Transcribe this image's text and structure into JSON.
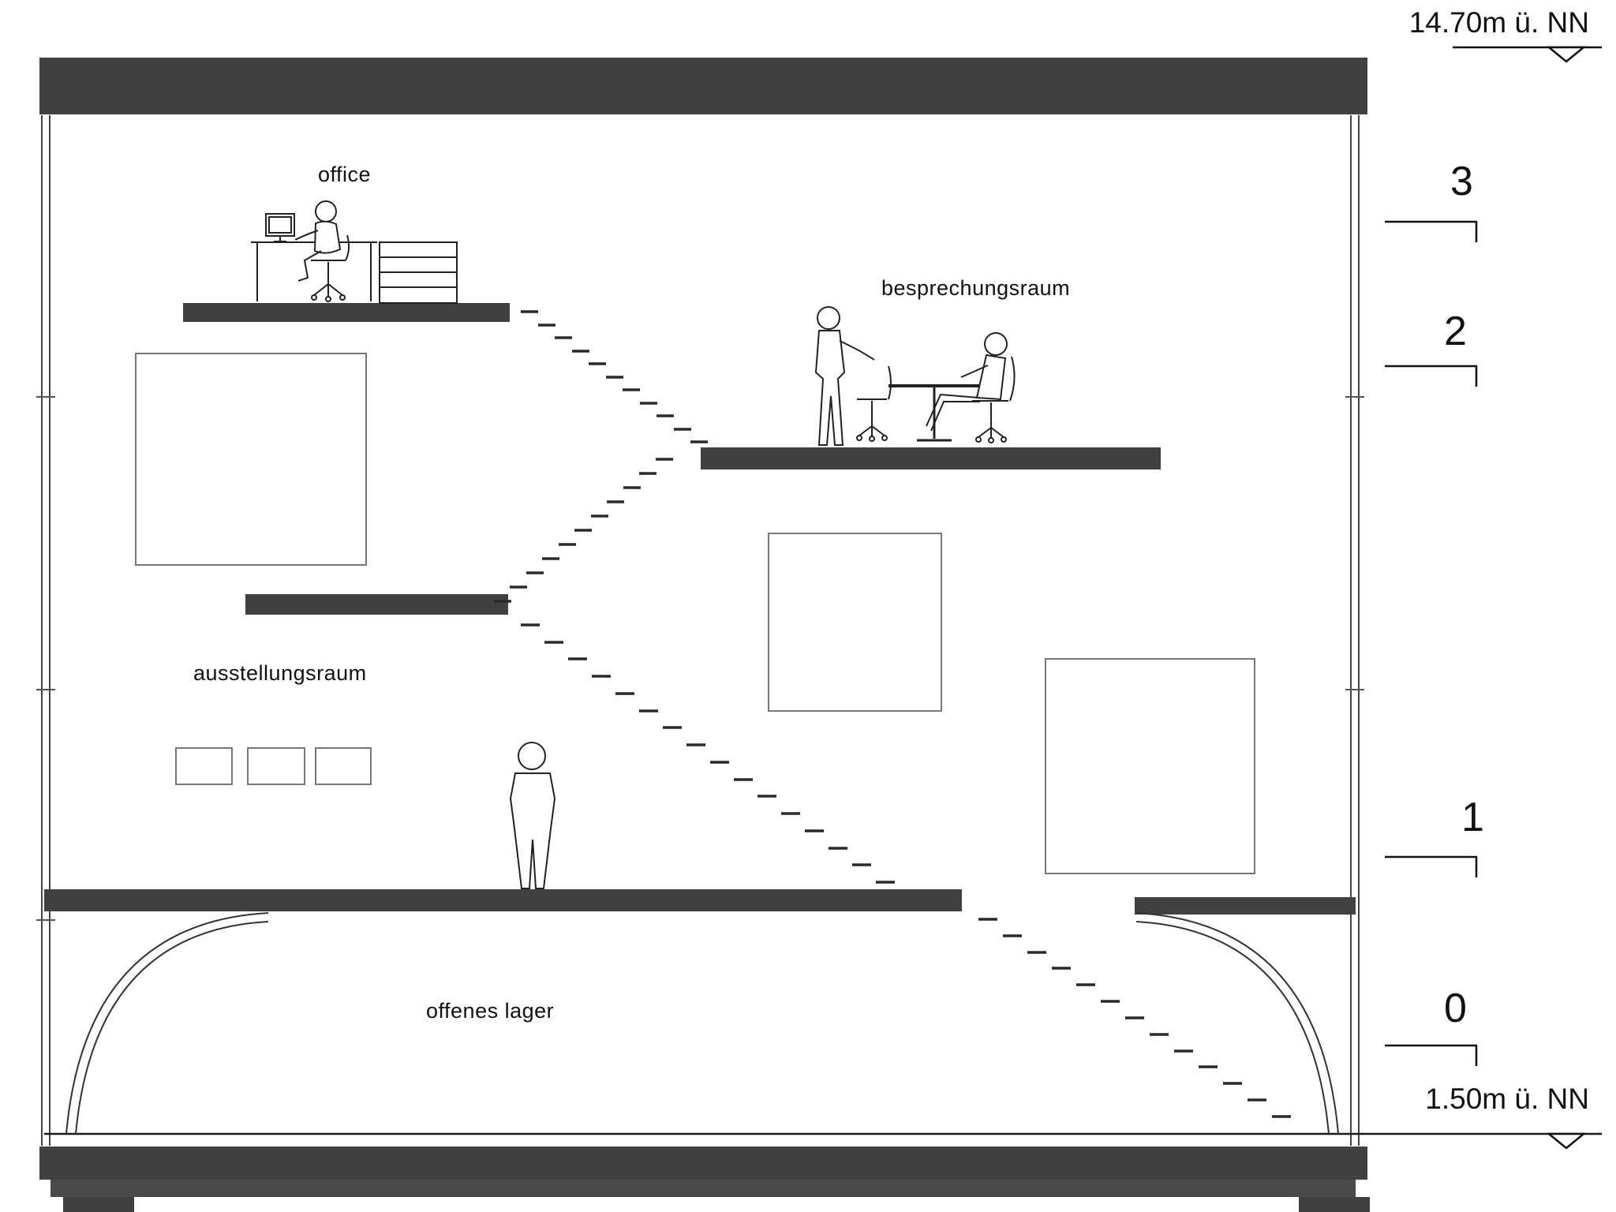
{
  "drawing": {
    "type": "architectural-section",
    "labels": {
      "office": "office",
      "meeting": "besprechungsraum",
      "exhibition": "ausstellungsraum",
      "storage": "offenes lager"
    },
    "elevations": {
      "top": "14.70m ü. NN",
      "bottom": "1.50m ü. NN"
    },
    "levels": [
      "3",
      "2",
      "1",
      "0"
    ]
  },
  "colors": {
    "slab": "#414141",
    "line": "#1a1a1a",
    "background": "#ffffff"
  }
}
